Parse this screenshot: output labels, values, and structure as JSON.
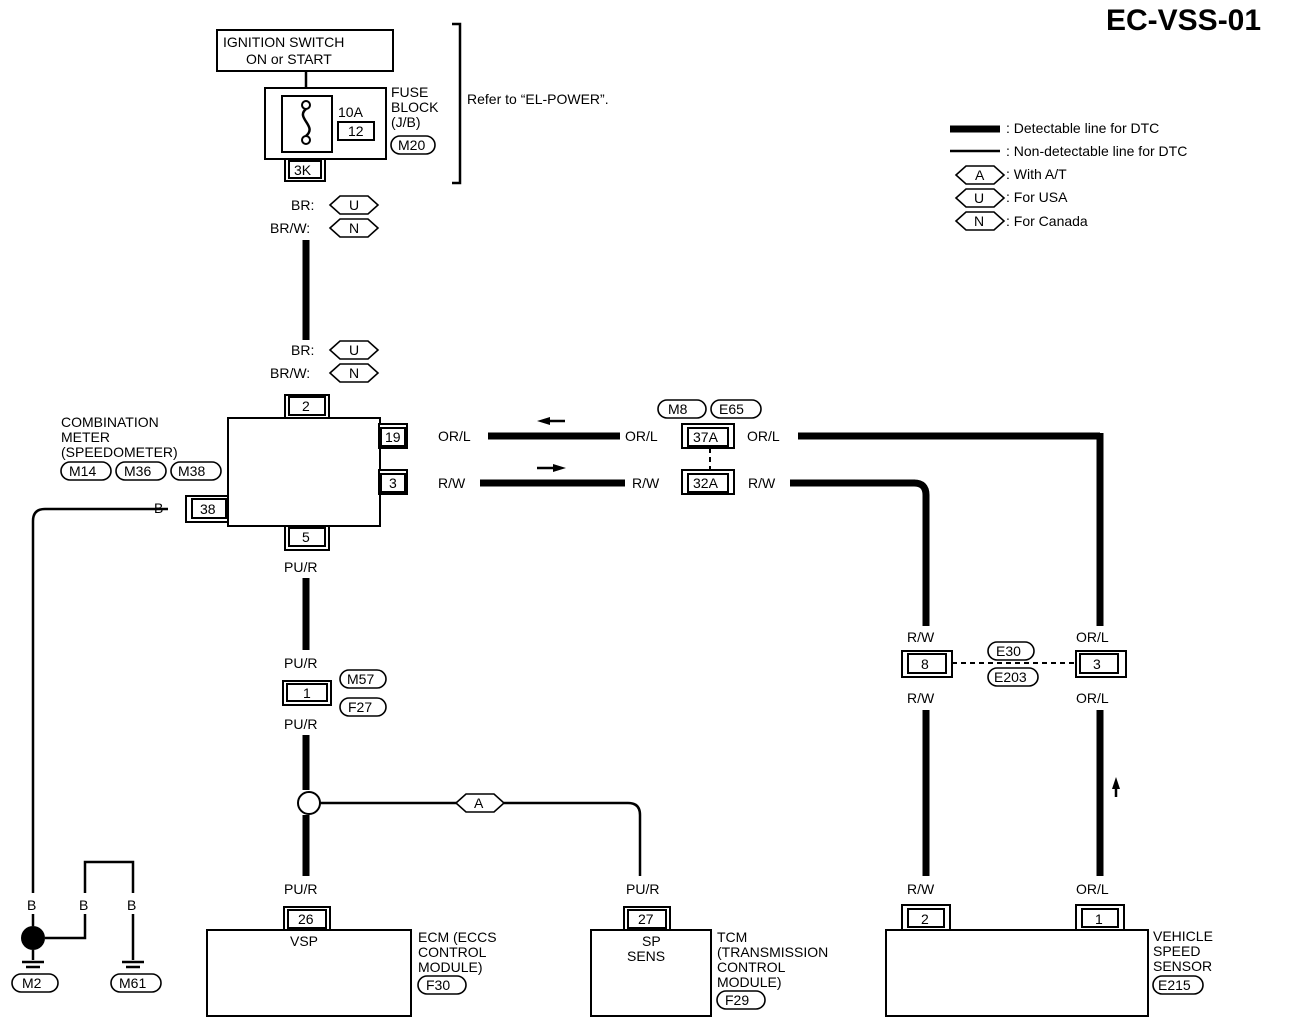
{
  "title": "EC-VSS-01",
  "legend": {
    "detectable": ": Detectable line for DTC",
    "non_detectable": ": Non-detectable line for DTC",
    "with_at_code": "A",
    "with_at": ": With A/T",
    "usa_code": "U",
    "usa": ": For USA",
    "canada_code": "N",
    "canada": ": For Canada"
  },
  "ignition": {
    "line1": "IGNITION SWITCH",
    "line2": "ON or START"
  },
  "fuse": {
    "amp": "10A",
    "number": "12",
    "label1": "FUSE",
    "label2": "BLOCK",
    "label3": "(J/B)",
    "connector": "M20",
    "terminal": "3K",
    "refer": "Refer to “EL-POWER”."
  },
  "wires": {
    "br": "BR:",
    "brw": "BR/W:",
    "orl": "OR/L",
    "rw": "R/W",
    "pur": "PU/R",
    "b": "B"
  },
  "codes": {
    "u": "U",
    "n": "N",
    "a": "A"
  },
  "meter": {
    "label1": "COMBINATION",
    "label2": "METER",
    "label3": "(SPEEDOMETER)",
    "conn1": "M14",
    "conn2": "M36",
    "conn3": "M38",
    "pin_top": "2",
    "pin_orl": "19",
    "pin_rw": "3",
    "pin_b": "38",
    "pin_bottom": "5"
  },
  "joint": {
    "conn1": "M8",
    "conn2": "E65",
    "pin_orl": "37A",
    "pin_rw": "32A"
  },
  "joint2": {
    "conn1": "E30",
    "conn2": "E203",
    "pin_rw": "8",
    "pin_orl": "3"
  },
  "pur_joint": {
    "pin": "1",
    "conn1": "M57",
    "conn2": "F27"
  },
  "ecm": {
    "pin": "26",
    "pin_label": "VSP",
    "label1": "ECM (ECCS",
    "label2": "CONTROL",
    "label3": "MODULE)",
    "connector": "F30"
  },
  "tcm": {
    "pin": "27",
    "pin_label1": "SP",
    "pin_label2": "SENS",
    "label1": "TCM",
    "label2": "(TRANSMISSION",
    "label3": "CONTROL",
    "label4": "MODULE)",
    "connector": "F29"
  },
  "vss": {
    "pin_rw": "2",
    "pin_orl": "1",
    "label1": "VEHICLE",
    "label2": "SPEED",
    "label3": "SENSOR",
    "connector": "E215"
  },
  "ground": {
    "conn1": "M2",
    "conn2": "M61"
  }
}
